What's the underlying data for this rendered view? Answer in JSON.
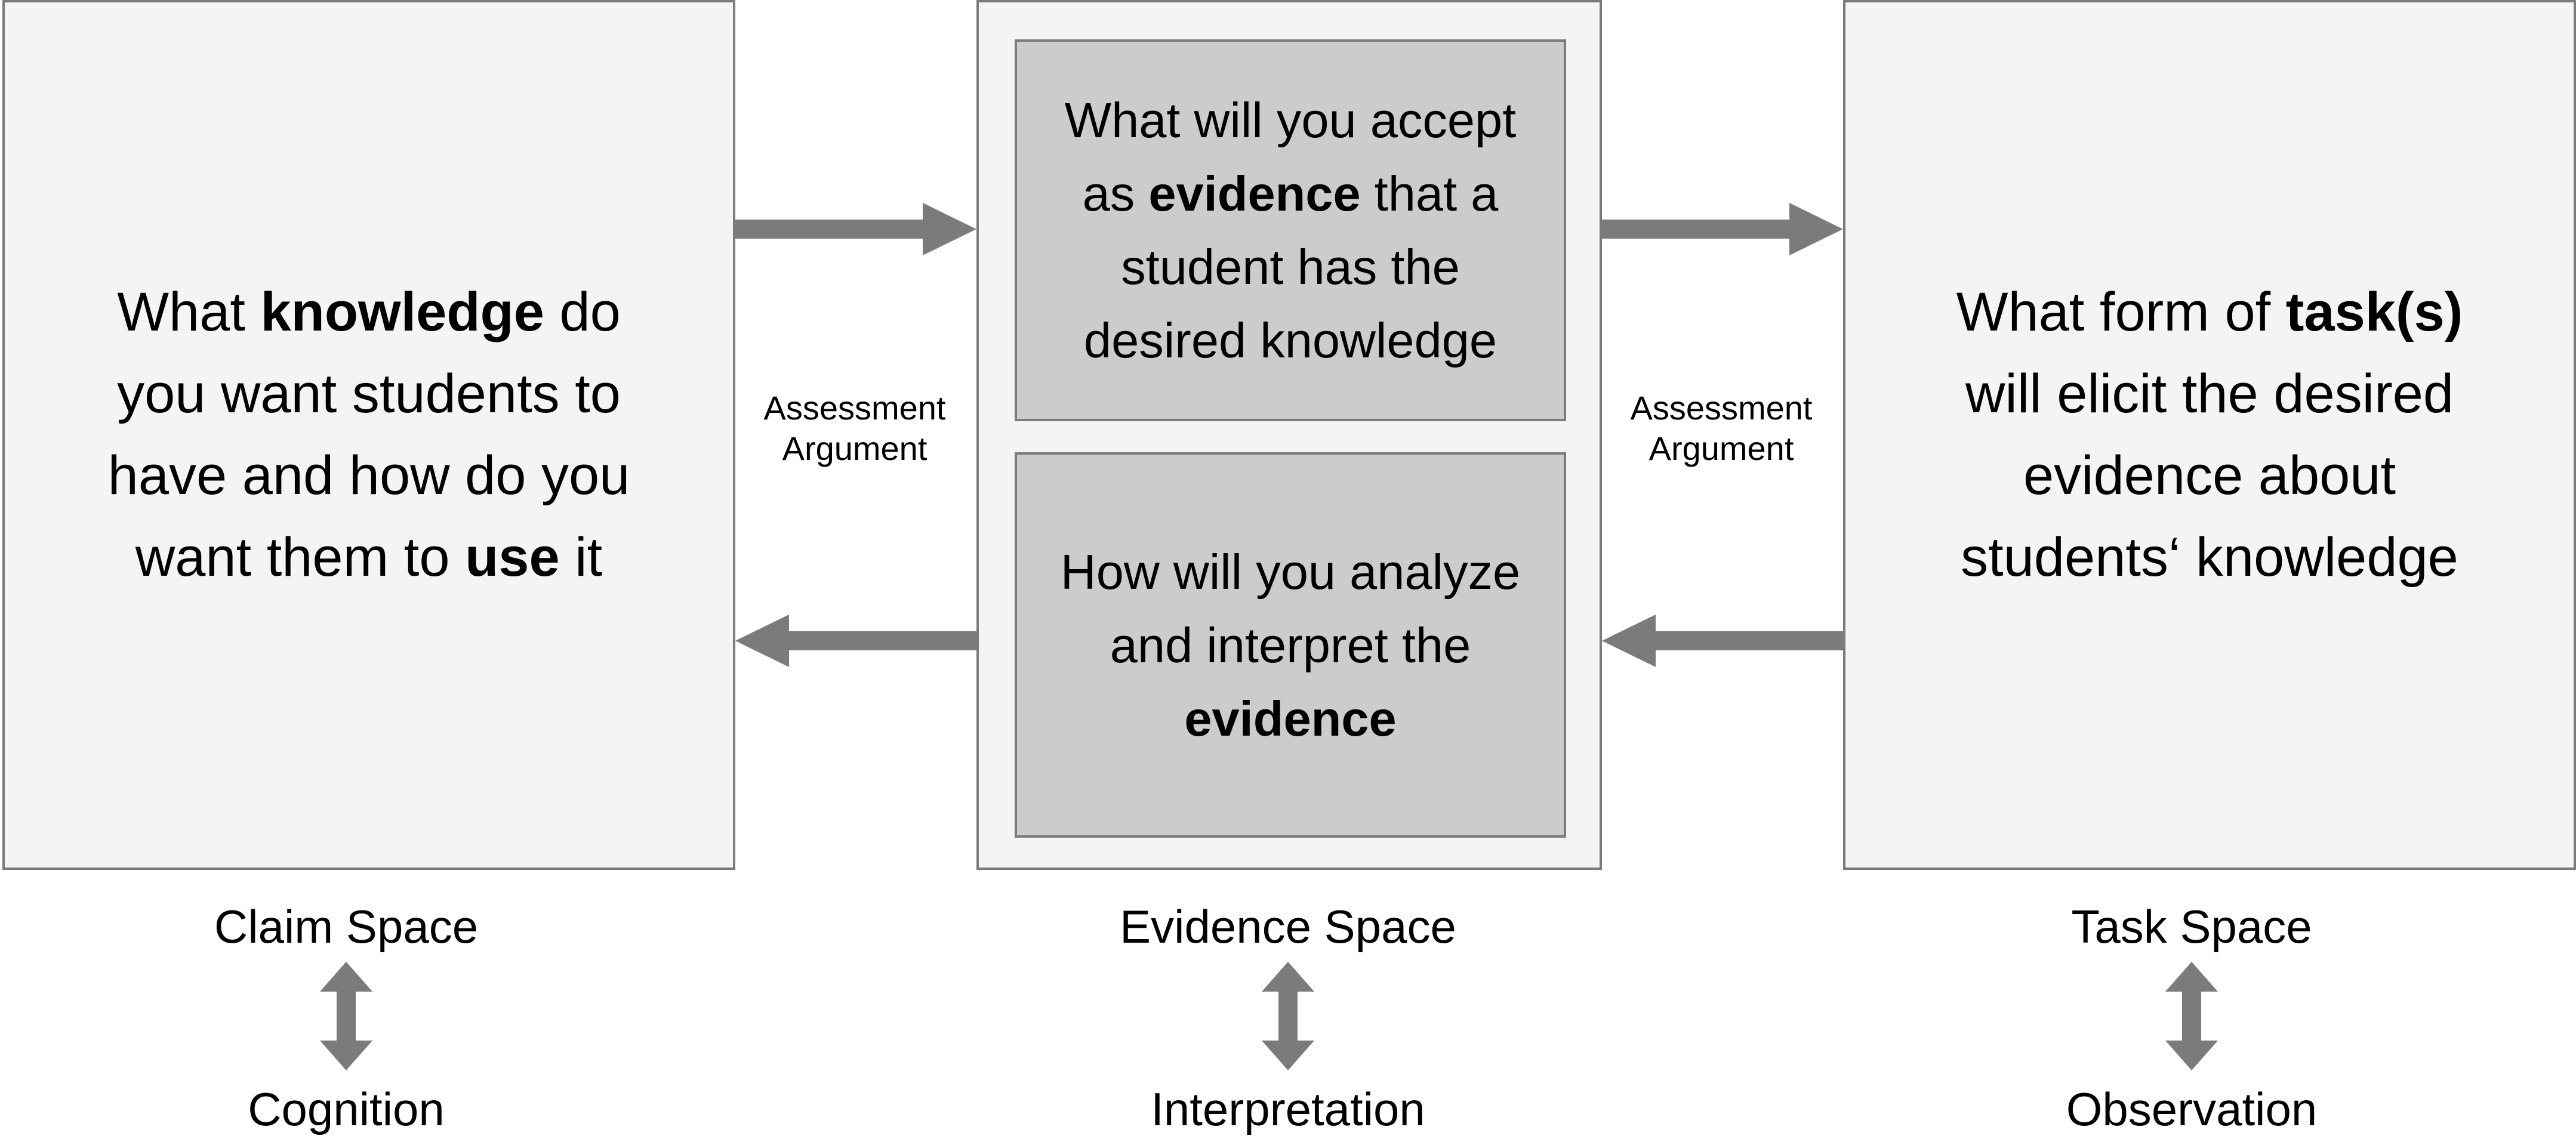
{
  "diagram": {
    "claim": {
      "box": {
        "pre1": "What ",
        "bold1": "knowledge",
        "mid1": " do you want students to have and how do you want them to ",
        "bold2": "use",
        "post": " it"
      },
      "space_label": "Claim Space",
      "vertex_label": "Cognition"
    },
    "evidence": {
      "accept_box": {
        "pre": "What will you accept as ",
        "bold": "evidence",
        "post": " that a student has the desired knowledge"
      },
      "analyze_box": {
        "pre": "How will you analyze and interpret the ",
        "bold": "evidence",
        "post": ""
      },
      "space_label": "Evidence Space",
      "vertex_label": "Interpretation"
    },
    "task": {
      "box": {
        "pre": "What form of ",
        "bold": "task(s)",
        "post": " will elicit the desired evidence about students‘ knowledge"
      },
      "space_label": "Task Space",
      "vertex_label": "Observation"
    },
    "argument_label_left": {
      "line1": "Assessment",
      "line2": "Argument"
    },
    "argument_label_right": {
      "line1": "Assessment",
      "line2": "Argument"
    },
    "colors": {
      "arrow": "#7b7b7b",
      "outer_box_fill": "#f4f4f4",
      "inner_box_fill": "#cccccc",
      "border": "#7b7b7b"
    }
  }
}
